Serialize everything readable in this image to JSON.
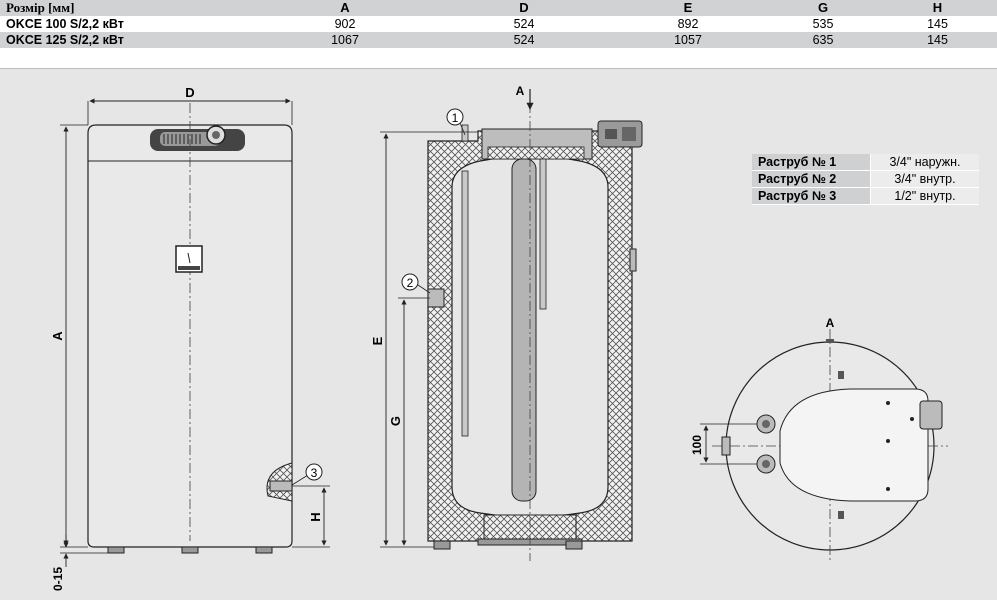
{
  "dimension_table": {
    "headers": [
      "Розмір [мм]",
      "A",
      "D",
      "E",
      "G",
      "H"
    ],
    "rows": [
      [
        "OKCE 100 S/2,2 кВт",
        "902",
        "524",
        "892",
        "535",
        "145"
      ],
      [
        "OKCE 125 S/2,2 кВт",
        "1067",
        "524",
        "1057",
        "635",
        "145"
      ]
    ]
  },
  "connection_table": {
    "rows": [
      {
        "label": "Раструб № 1",
        "value": "3/4\" наружн."
      },
      {
        "label": "Раструб № 2",
        "value": "3/4\" внутр."
      },
      {
        "label": "Раструб № 3",
        "value": "1/2\" внутр."
      }
    ]
  },
  "front_view": {
    "dim_width": "D",
    "dim_height": "A",
    "dim_foot": "0-15",
    "dim_outlet_height": "H",
    "callout_3": "3"
  },
  "section_view": {
    "arrow_label": "A",
    "dim_E": "E",
    "dim_G": "G",
    "callout_1": "1",
    "callout_2": "2"
  },
  "top_view": {
    "label_A": "A",
    "dim_spacing": "100"
  },
  "colors": {
    "table_header_bg": "#d1d2d4",
    "drawing_bg": "#e6e6e6",
    "line": "#222222",
    "insulation_hatch": "#555555"
  }
}
